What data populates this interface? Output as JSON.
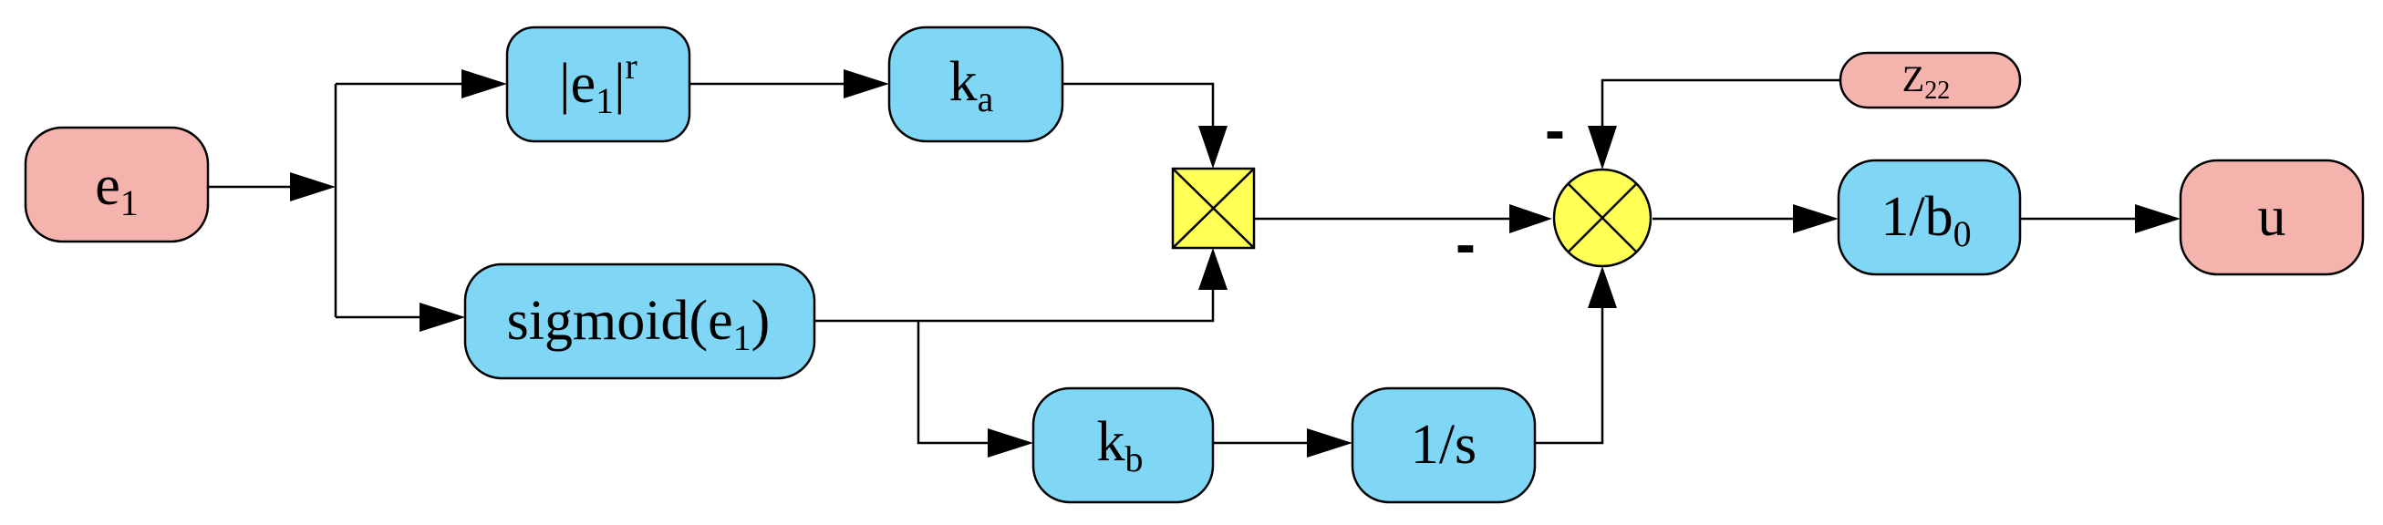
{
  "blocks": {
    "e1": {
      "base": "e",
      "sub": "1"
    },
    "abs_pow": {
      "pre": "|e",
      "sub": "1",
      "post": "|",
      "sup": "r"
    },
    "ka": {
      "base": "k",
      "sub": "a"
    },
    "sigmoid": {
      "pre": "sigmoid(e",
      "sub": "1",
      "post": ")"
    },
    "kb": {
      "base": "k",
      "sub": "b"
    },
    "integrator": {
      "label": "1/s"
    },
    "z22": {
      "base": "Z",
      "sub": "22"
    },
    "inv_b0": {
      "pre": "1/b",
      "sub": "0"
    },
    "u": {
      "label": "u"
    }
  },
  "summing_junction": {
    "sign_top": "-",
    "sign_left": "-"
  },
  "colors": {
    "process_block": "#7fd6f5",
    "io_block": "#f5b3ae",
    "junction": "#ffff55"
  }
}
